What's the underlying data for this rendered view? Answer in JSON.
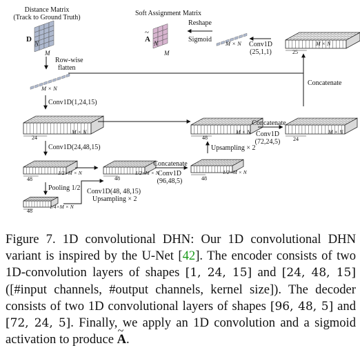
{
  "figure": {
    "labels": {
      "dist_title": "Distance Matrix",
      "dist_sub": "(Track to Ground Truth)",
      "D": "D",
      "N": "N",
      "M": "M",
      "MxN": "M × N",
      "row_wise": "Row-wise",
      "flatten": "flatten",
      "conv1d_1": "Conv1D(1,24,15)",
      "conv1d_2": "Conv1D(24,48,15)",
      "pooling": "Pooling 1/2",
      "c24": "24",
      "c48": "48",
      "c25": "25",
      "half": "1/2×M × N",
      "quarter": "1/4×M × N",
      "conv1d_48": "Conv1D(48, 48,15)",
      "upsampling": "Upsampling × 2",
      "concatenate": "Concatenate",
      "conv1d": "Conv1D",
      "k96": "(96,48,5)",
      "k72": "(72,24,5)",
      "k25": "(25,1,1)",
      "soft_title": "Soft Assignment Matrix",
      "A": "A",
      "reshape": "Reshape",
      "sigmoid": "Sigmoid"
    }
  },
  "caption": {
    "fig": "Figure 7.",
    "t1": " 1D convolutional DHN: Our 1D convolutional DHN variant is inspired by the U-Net [",
    "ref": "42",
    "t2": "]. The encoder consists of two 1D-convolution layers of shapes ",
    "s1": "[1, 24, 15]",
    "t3": " and ",
    "s2": "[24, 48, 15]",
    "t4": " ([#input channels, #output channels, kernel size]). The decoder consists of two 1D convolutional layers of shapes ",
    "s3": "[96, 48, 5]",
    "t5": " and ",
    "s4": "[72, 24, 5]",
    "t6": ". Finally, we apply an 1D convolution and a sigmoid activation to produce ",
    "A": "A",
    "t7": "."
  }
}
